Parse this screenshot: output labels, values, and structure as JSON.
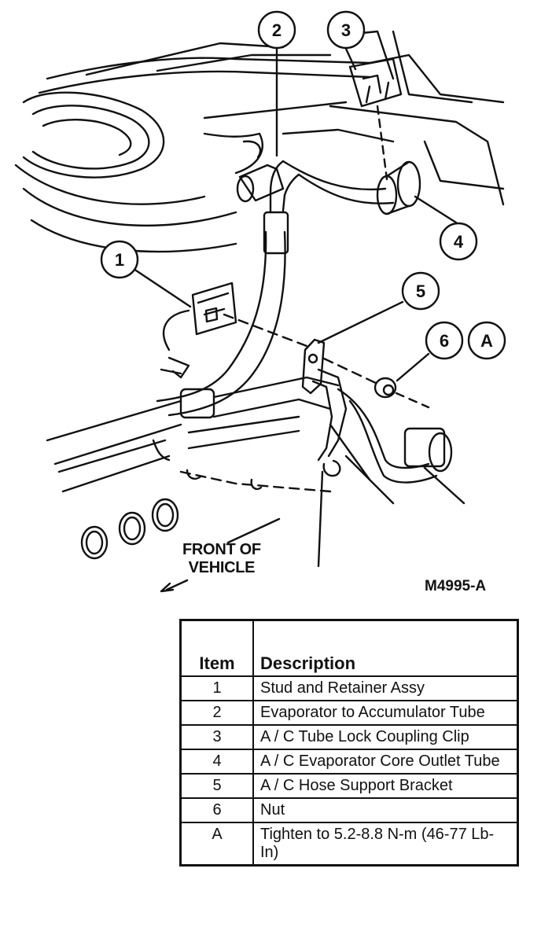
{
  "callouts": [
    {
      "id": "1",
      "label": "1"
    },
    {
      "id": "2",
      "label": "2"
    },
    {
      "id": "3",
      "label": "3"
    },
    {
      "id": "4",
      "label": "4"
    },
    {
      "id": "5",
      "label": "5"
    },
    {
      "id": "6",
      "label": "6"
    },
    {
      "id": "A",
      "label": "A"
    }
  ],
  "front_label": {
    "line1": "FRONT OF",
    "line2": "VEHICLE"
  },
  "figure_id": "M4995-A",
  "legend": {
    "headers": {
      "item": "Item",
      "description": "Description"
    },
    "rows": [
      {
        "item": "1",
        "description": "Stud and Retainer Assy"
      },
      {
        "item": "2",
        "description": "Evaporator to Accumulator Tube"
      },
      {
        "item": "3",
        "description": "A / C Tube Lock Coupling Clip"
      },
      {
        "item": "4",
        "description": "A / C Evaporator Core Outlet Tube"
      },
      {
        "item": "5",
        "description": "A / C Hose Support Bracket"
      },
      {
        "item": "6",
        "description": "Nut"
      },
      {
        "item": "A",
        "description": "Tighten to 5.2-8.8 N-m (46-77 Lb-In)"
      }
    ]
  }
}
